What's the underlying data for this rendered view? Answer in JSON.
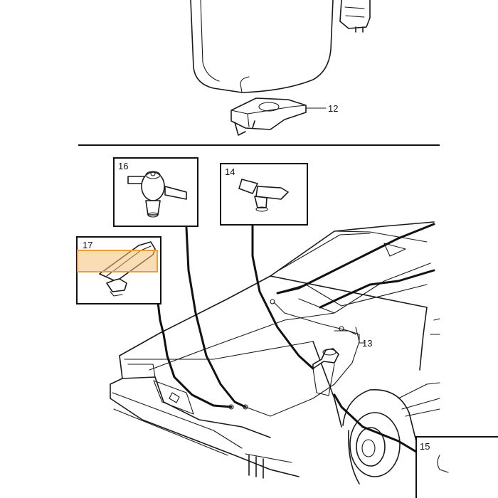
{
  "callouts": {
    "c12": "12",
    "c13": "13",
    "c14": "14",
    "c15": "15",
    "c16": "16",
    "c17": "17"
  },
  "highlight": {
    "target": "17",
    "color": "#f6c178",
    "border_color": "#ef9d3a"
  }
}
